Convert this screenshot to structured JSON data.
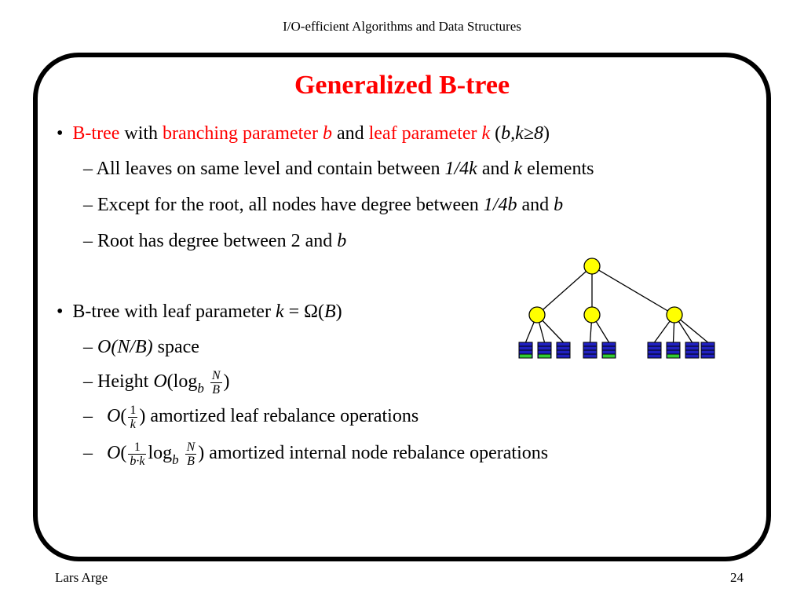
{
  "header": {
    "course_title": "I/O-efficient Algorithms and Data Structures"
  },
  "slide": {
    "title": "Generalized B-tree",
    "bullet1": {
      "mark": "•",
      "t1": "B-tree",
      "t2": " with ",
      "t3": "branching parameter ",
      "t4": "b",
      "t5": " and ",
      "t6": "leaf parameter ",
      "t7": "k",
      "t8": " (",
      "t9": "b,k≥8",
      "t10": ")"
    },
    "sub1": {
      "t1": "– All leaves on same level and contain between ",
      "t2": "1/4k",
      "t3": " and ",
      "t4": "k",
      "t5": " elements"
    },
    "sub2": {
      "t1": "– Except for the root, all nodes have degree between ",
      "t2": "1/4b",
      "t3": " and ",
      "t4": "b"
    },
    "sub3": {
      "t1": "– Root has degree between 2 and ",
      "t2": "b"
    },
    "bullet2": {
      "mark": "•",
      "t1": "B-tree with leaf parameter ",
      "t2": "k",
      "t3": " = Ω(",
      "t4": "B",
      "t5": ")"
    },
    "sub4": {
      "t1": "– ",
      "t2": "O(N/B)",
      "t3": " space"
    },
    "sub5": {
      "t1": "– Height ",
      "m1": "O",
      "m2": "(log",
      "m3": "b",
      "num": "N",
      "den": "B",
      "m4": ")"
    },
    "sub6": {
      "t1": "– ",
      "m1": "O",
      "m2": "(",
      "num": "1",
      "den": "k",
      "m3": ")",
      "t2": " amortized leaf rebalance operations"
    },
    "sub7": {
      "t1": "– ",
      "m1": "O",
      "m2": "(",
      "num1": "1",
      "den1": "b·k",
      "m3": "log",
      "m4": "b",
      "num2": "N",
      "den2": "B",
      "m5": ")",
      "t2": " amortized internal node rebalance operations"
    }
  },
  "figure": {
    "node_color": "#ffff00",
    "leaf_color": "#2020c0",
    "leaf_fill_color": "#33cc33",
    "leaf_groups": [
      3,
      2,
      4
    ]
  },
  "footer": {
    "author": "Lars Arge",
    "page_number": "24"
  }
}
